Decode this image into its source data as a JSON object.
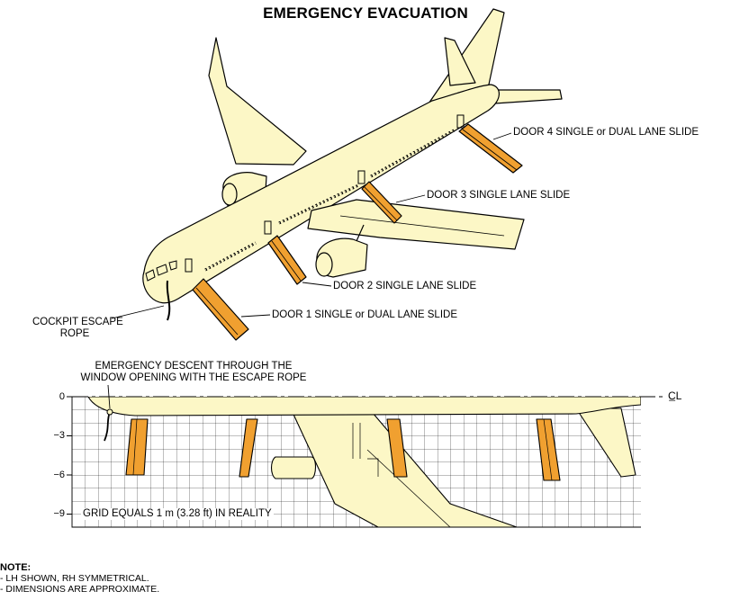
{
  "title": "EMERGENCY EVACUATION",
  "labels": {
    "door4": "DOOR 4 SINGLE or DUAL LANE SLIDE",
    "door3": "DOOR 3 SINGLE LANE SLIDE",
    "door2": "DOOR 2 SINGLE LANE SLIDE",
    "door1": "DOOR 1 SINGLE or DUAL LANE SLIDE",
    "cockpit_line1": "COCKPIT ESCAPE",
    "cockpit_line2": "ROPE",
    "descent_line1": "EMERGENCY DESCENT THROUGH THE",
    "descent_line2": "WINDOW OPENING WITH THE ESCAPE ROPE",
    "grid": "GRID EQUALS 1 m (3.28 ft) IN REALITY",
    "centerline": "C̲L"
  },
  "axis_ticks": [
    "0",
    "−3",
    "−6",
    "−9"
  ],
  "notes": {
    "heading": "NOTE:",
    "items": [
      "- LH SHOWN, RH SYMMETRICAL.",
      "- DIMENSIONS ARE APPROXIMATE."
    ]
  },
  "colors": {
    "fuselage": "#fcf7c6",
    "slide": "#f0a030",
    "outline": "#000000",
    "grid": "#000000"
  }
}
